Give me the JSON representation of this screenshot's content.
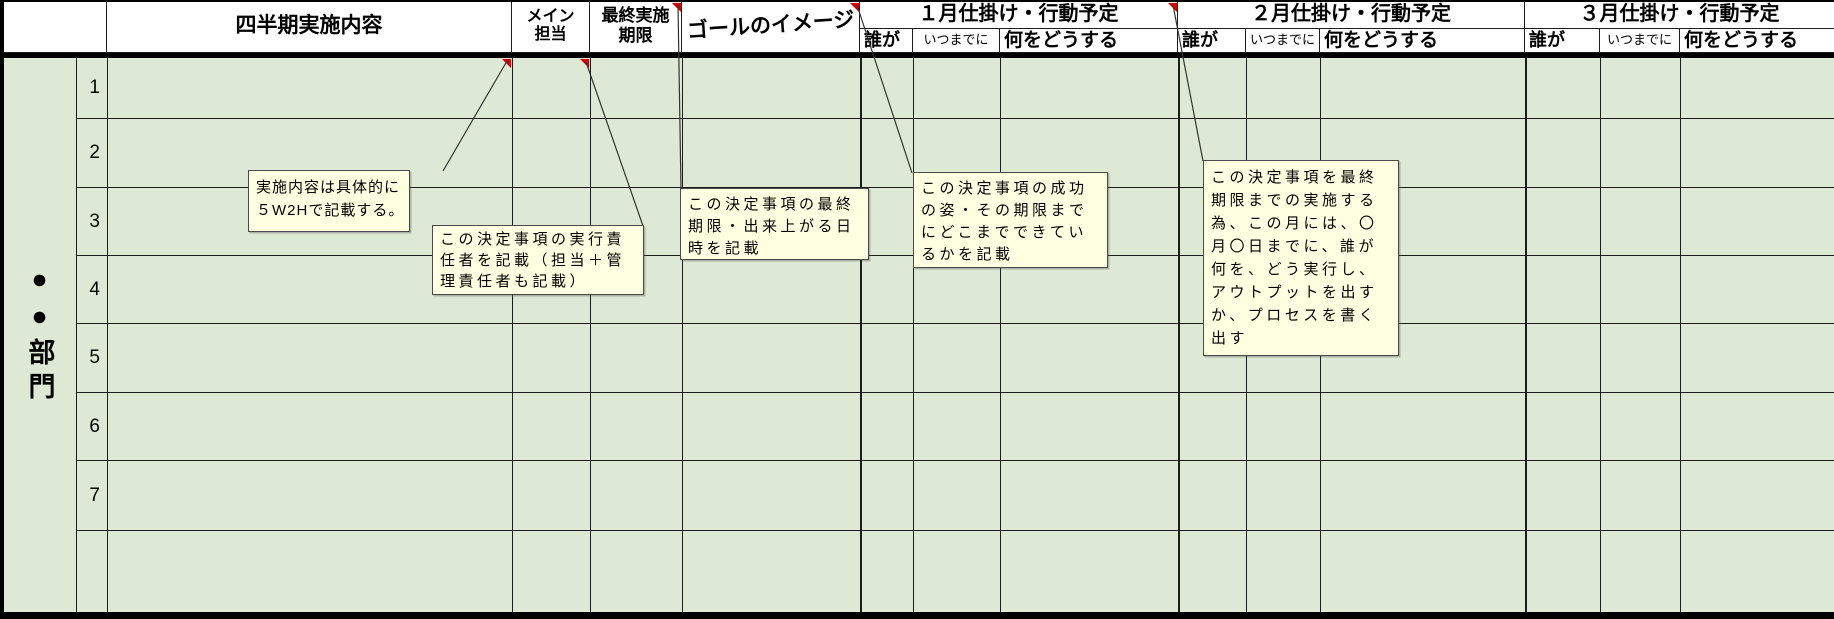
{
  "colors": {
    "cell_green": "#dde9d5",
    "comment_yellow": "#ffffe1",
    "comment_flag_red": "#d40000",
    "grid_line": "#1c1c1c"
  },
  "header": {
    "quarter": "四半期実施内容",
    "main": "メイン\n担当",
    "deadline": "最終実施\n期限",
    "goal": "ゴールのイメージ",
    "months": [
      {
        "title": "１月仕掛け・行動予定",
        "who": "誰が",
        "when": "いつまでに",
        "what": "何をどうする"
      },
      {
        "title": "２月仕掛け・行動予定",
        "who": "誰が",
        "when": "いつまでに",
        "what": "何をどうする"
      },
      {
        "title": "３月仕掛け・行動予定",
        "who": "誰が",
        "when": "いつまでに",
        "what": "何をどうする"
      }
    ]
  },
  "sidebar": {
    "department": "●●部門",
    "row_numbers": [
      "1",
      "2",
      "3",
      "4",
      "5",
      "6",
      "7"
    ]
  },
  "comments": [
    {
      "id": "note-implementation",
      "text": "実施内容は具体的に\n５W2Hで記載する。"
    },
    {
      "id": "note-owner",
      "text": "この決定事項の実行責\n任者を記載（担当＋管\n理責任者も記載）"
    },
    {
      "id": "note-deadline",
      "text": "この決定事項の最終\n期限・出来上がる日\n時を記載"
    },
    {
      "id": "note-goal",
      "text": "この決定事項の成功\nの姿・その期限まで\nにどこまでできてい\nるかを記載"
    },
    {
      "id": "note-monthly-plan",
      "text": "この決定事項を最終\n期限までの実施する\n為、この月には、〇\n月〇日までに、誰が\n何を、どう実行し、\nアウトプットを出す\nか、プロセスを書く\n出す"
    }
  ]
}
